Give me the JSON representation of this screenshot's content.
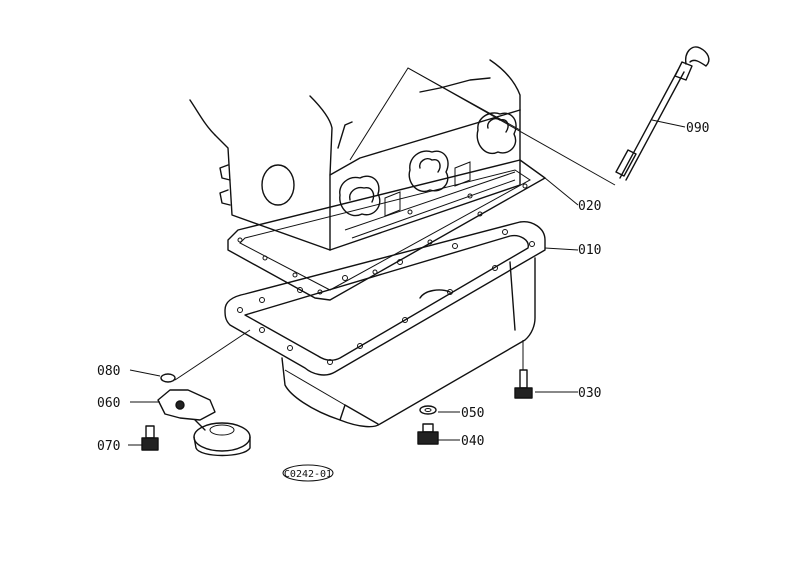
{
  "parts": [
    {
      "id": "p010",
      "label": "010"
    },
    {
      "id": "p020",
      "label": "020"
    },
    {
      "id": "p030",
      "label": "030"
    },
    {
      "id": "p040",
      "label": "040"
    },
    {
      "id": "p050",
      "label": "050"
    },
    {
      "id": "p060",
      "label": "060"
    },
    {
      "id": "p070",
      "label": "070"
    },
    {
      "id": "p080",
      "label": "080"
    },
    {
      "id": "p090",
      "label": "090"
    }
  ],
  "diagram_code": "C0242-01"
}
